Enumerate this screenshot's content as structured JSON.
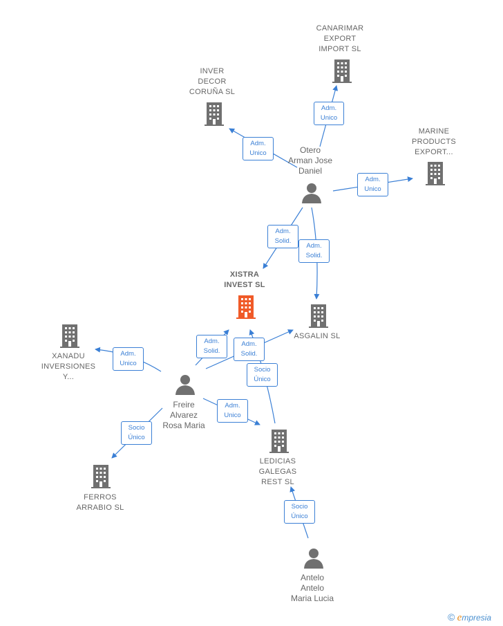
{
  "nodes": {
    "canarimar": {
      "label": "CANARIMAR\nEXPORT\nIMPORT SL",
      "type": "company"
    },
    "inver": {
      "label": "INVER\nDECOR\nCORUÑA SL",
      "type": "company"
    },
    "marine": {
      "label": "MARINE\nPRODUCTS\nEXPORT...",
      "type": "company"
    },
    "otero": {
      "label": "Otero\nArman Jose\nDaniel",
      "type": "person"
    },
    "xistra": {
      "label": "XISTRA\nINVEST SL",
      "type": "company",
      "highlight": true
    },
    "asgalin": {
      "label": "ASGALIN SL",
      "type": "company"
    },
    "xanadu": {
      "label": "XANADU\nINVERSIONES\nY...",
      "type": "company"
    },
    "freire": {
      "label": "Freire\nAlvarez\nRosa Maria",
      "type": "person"
    },
    "ledicias": {
      "label": "LEDICIAS\nGALEGAS\nREST SL",
      "type": "company"
    },
    "ferros": {
      "label": "FERROS\nARRABIO SL",
      "type": "company"
    },
    "antelo": {
      "label": "Antelo\nAntelo\nMaria Lucia",
      "type": "person"
    }
  },
  "relations": {
    "r1": "Adm.\nUnico",
    "r2": "Adm.\nUnico",
    "r3": "Adm.\nUnico",
    "r4": "Adm.\nSolid.",
    "r5": "Adm.\nSolid.",
    "r6": "Adm.\nUnico",
    "r7": "Adm.\nSolid.",
    "r8": "Adm.\nSolid.",
    "r9": "Socio\nÚnico",
    "r10": "Adm.\nUnico",
    "r11": "Socio\nÚnico",
    "r12": "Socio\nÚnico"
  },
  "colors": {
    "edge": "#3a7fd5",
    "icon": "#707070",
    "highlight": "#f05a28"
  },
  "brand": {
    "copyright": "©",
    "e": "e",
    "rest": "mpresia"
  }
}
